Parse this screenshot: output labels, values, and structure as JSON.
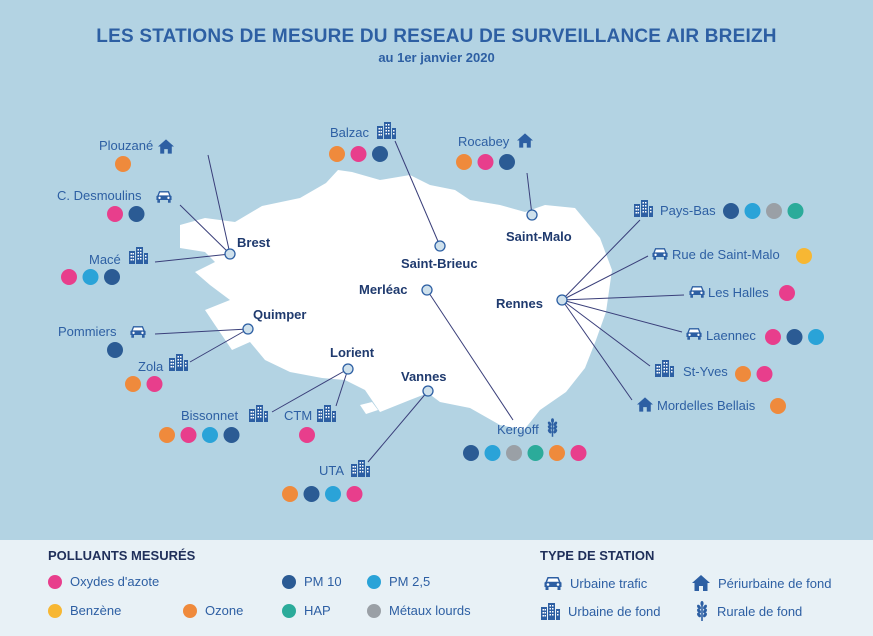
{
  "title": "LES STATIONS DE MESURE DU RESEAU DE SURVEILLANCE AIR BREIZH",
  "subtitle": "au 1er janvier 2020",
  "colors": {
    "sea": "#b3d3e3",
    "land": "#ffffff",
    "text": "#2d5fa3",
    "city": "#1f3a6e",
    "nox": "#e83e8c",
    "benzene": "#f7b733",
    "ozone": "#ef8a3c",
    "pm10": "#2b5b94",
    "pm25": "#2aa3d8",
    "hap": "#2bab9a",
    "metaux": "#9aa0a6"
  },
  "cities": [
    {
      "id": "brest",
      "name": "Brest"
    },
    {
      "id": "quimper",
      "name": "Quimper"
    },
    {
      "id": "lorient",
      "name": "Lorient"
    },
    {
      "id": "vannes",
      "name": "Vannes"
    },
    {
      "id": "merleac",
      "name": "Merléac"
    },
    {
      "id": "saint-brieuc",
      "name": "Saint-Brieuc"
    },
    {
      "id": "saint-malo",
      "name": "Saint-Malo"
    },
    {
      "id": "rennes",
      "name": "Rennes"
    }
  ],
  "stations": [
    {
      "name": "Plouzané",
      "type": "periurbaine",
      "pollutants": [
        "ozone"
      ]
    },
    {
      "name": "C. Desmoulins",
      "type": "trafic",
      "pollutants": [
        "nox",
        "pm10"
      ]
    },
    {
      "name": "Macé",
      "type": "urbaine",
      "pollutants": [
        "nox",
        "pm25",
        "pm10"
      ]
    },
    {
      "name": "Pommiers",
      "type": "trafic",
      "pollutants": [
        "pm10"
      ]
    },
    {
      "name": "Zola",
      "type": "urbaine",
      "pollutants": [
        "ozone",
        "nox"
      ]
    },
    {
      "name": "Bissonnet",
      "type": "urbaine",
      "pollutants": [
        "ozone",
        "nox",
        "pm25",
        "pm10"
      ]
    },
    {
      "name": "CTM",
      "type": "urbaine",
      "pollutants": [
        "nox"
      ]
    },
    {
      "name": "UTA",
      "type": "urbaine",
      "pollutants": [
        "ozone",
        "pm10",
        "pm25",
        "nox"
      ]
    },
    {
      "name": "Balzac",
      "type": "urbaine",
      "pollutants": [
        "ozone",
        "nox",
        "pm10"
      ]
    },
    {
      "name": "Rocabey",
      "type": "periurbaine",
      "pollutants": [
        "ozone",
        "nox",
        "pm10"
      ]
    },
    {
      "name": "Kergoff",
      "type": "rurale",
      "pollutants": [
        "pm10",
        "pm25",
        "metaux",
        "hap",
        "ozone",
        "nox"
      ]
    },
    {
      "name": "Pays-Bas",
      "type": "urbaine",
      "pollutants": [
        "pm10",
        "pm25",
        "metaux",
        "hap"
      ]
    },
    {
      "name": "Rue de Saint-Malo",
      "type": "trafic",
      "pollutants": [
        "benzene"
      ]
    },
    {
      "name": "Les Halles",
      "type": "trafic",
      "pollutants": [
        "nox"
      ]
    },
    {
      "name": "Laennec",
      "type": "trafic",
      "pollutants": [
        "nox",
        "pm10",
        "pm25"
      ]
    },
    {
      "name": "St-Yves",
      "type": "urbaine",
      "pollutants": [
        "ozone",
        "nox"
      ]
    },
    {
      "name": "Mordelles Bellais",
      "type": "periurbaine",
      "pollutants": [
        "ozone"
      ]
    }
  ],
  "legend": {
    "pollutants_title": "POLLUANTS MESURÉS",
    "types_title": "TYPE DE STATION",
    "nox": "Oxydes d'azote",
    "benzene": "Benzène",
    "ozone": "Ozone",
    "pm10": "PM 10",
    "pm25": "PM 2,5",
    "hap": "HAP",
    "metaux": "Métaux lourds",
    "trafic": "Urbaine trafic",
    "urbaine": "Urbaine de fond",
    "periurbaine": "Périurbaine de fond",
    "rurale": "Rurale de fond",
    "icons": [
      "car-icon",
      "building-icon",
      "house-icon",
      "wheat-icon"
    ]
  }
}
